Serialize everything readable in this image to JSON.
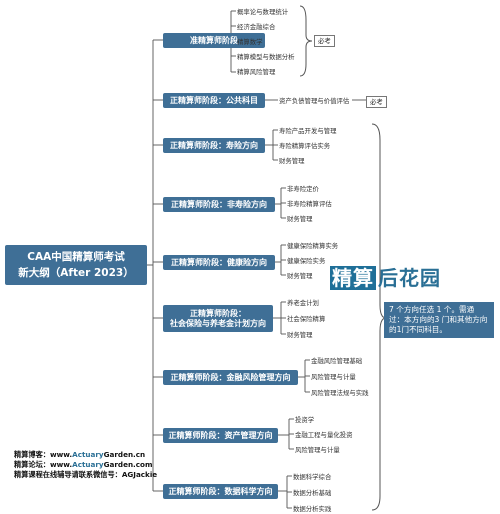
{
  "root": {
    "line1": "CAA中国精算师考试",
    "line2": "新大纲（After 2023）"
  },
  "stages": [
    {
      "title": "准精算师阶段",
      "items": [
        "概率论与数理统计",
        "经济金融综合",
        "精算数学",
        "精算模型与数据分析",
        "精算风险管理"
      ],
      "tag": "必考"
    },
    {
      "title": "正精算师阶段：公共科目",
      "items": [
        "资产负债管理与价值评估"
      ],
      "tag": "必考"
    },
    {
      "title": "正精算师阶段：寿险方向",
      "items": [
        "寿险产品开发与管理",
        "寿险精算评估实务",
        "财务管理"
      ]
    },
    {
      "title": "正精算师阶段：非寿险方向",
      "items": [
        "非寿险定价",
        "非寿险精算评估",
        "财务管理"
      ]
    },
    {
      "title": "正精算师阶段：健康险方向",
      "items": [
        "健康保险精算实务",
        "健康保险实务",
        "财务管理"
      ]
    },
    {
      "title_line1": "正精算师阶段：",
      "title_line2": "社会保险与养老金计划方向",
      "items": [
        "养老金计划",
        "社会保险精算",
        "财务管理"
      ]
    },
    {
      "title": "正精算师阶段：金融风险管理方向",
      "items": [
        "金融风险管理基础",
        "风险管理与计量",
        "风险管理法规与实践"
      ]
    },
    {
      "title": "正精算师阶段：资产管理方向",
      "items": [
        "投资学",
        "金融工程与量化投资",
        "风险管理与计量"
      ]
    },
    {
      "title": "正精算师阶段：数据科学方向",
      "items": [
        "数据科学综合",
        "数据分析基础",
        "数据分析实践"
      ]
    }
  ],
  "note": "7 个方向任选 1 个。需通过：本方向的3 门和其他方向的1门不同科目。",
  "watermark": {
    "part1": "精算",
    "part2": "后花园"
  },
  "footer": {
    "blog_label": "精算博客：",
    "blog_prefix": "www.",
    "blog_brand": "Actuary",
    "blog_suffix": "Garden.cn",
    "forum_label": "精算论坛：",
    "forum_prefix": "www.",
    "forum_brand": "Actuary",
    "forum_suffix": "Garden.com",
    "wechat_line": "精算课程在线辅导请联系微信号：AGJackie"
  },
  "colors": {
    "box": "#3f6f96",
    "line": "#555555",
    "accent": "#2a6f95"
  }
}
